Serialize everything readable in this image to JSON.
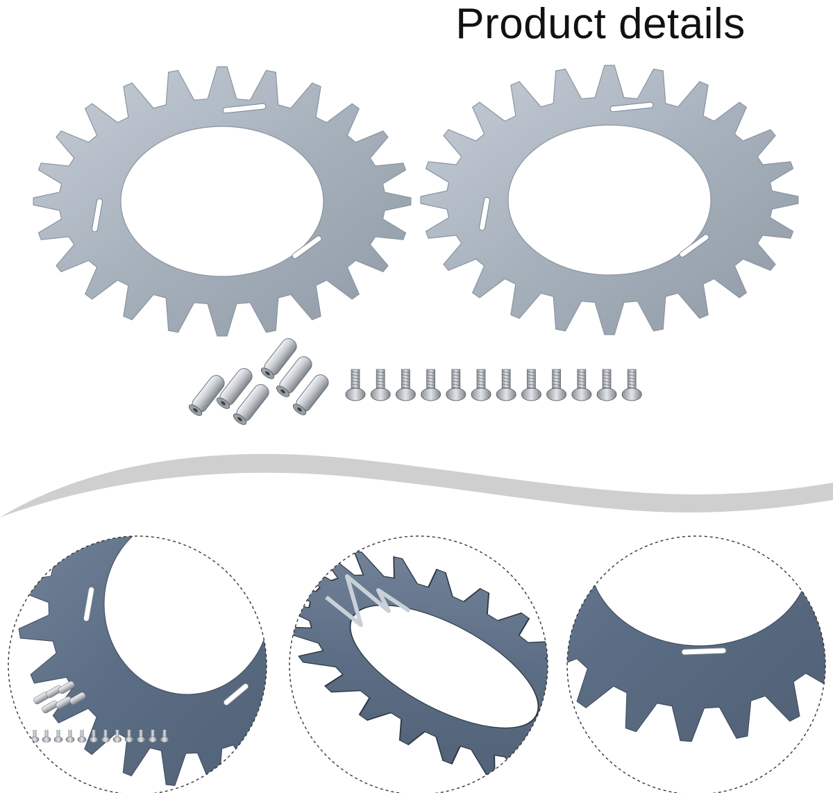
{
  "header": {
    "title": "Product details"
  },
  "colors": {
    "metal_light": "#b9c2cc",
    "metal_mid": "#9aa5b1",
    "metal_dark": "#6f7b88",
    "closeup_blue": "#5c6f86",
    "swoosh": "#c9c9c9",
    "dashed_border": "#333333"
  },
  "icons": {
    "wheel": "gear-wheel-icon",
    "pin": "cylinder-pin-icon",
    "screw": "screw-icon"
  },
  "product": {
    "wheel_count": 2,
    "pin_count": 6,
    "screw_count": 12
  }
}
